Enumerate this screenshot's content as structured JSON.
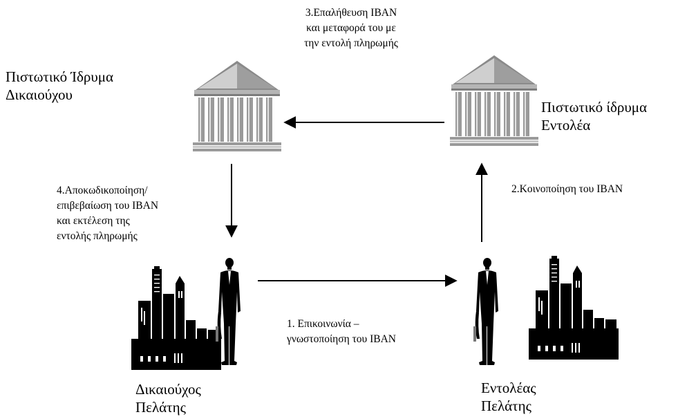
{
  "nodes": {
    "beneficiary_bank": {
      "label": "Πιστωτικό Ίδρυμα\nΔικαιούχου",
      "icon": "bank-building-icon"
    },
    "payer_bank": {
      "label": "Πιστωτικό ίδρυμα\nΕντολέα",
      "icon": "bank-building-icon"
    },
    "beneficiary_client": {
      "label": "Δικαιούχος\nΠελάτης",
      "icon": "businessman-city-icon"
    },
    "payer_client": {
      "label": "Εντολέας\nΠελάτης",
      "icon": "businessman-city-icon"
    }
  },
  "steps": {
    "step1": "1. Επικοινωνία –\nγνωστοποίηση του IBAN",
    "step2": "2.Κοινοποίηση του IBAN",
    "step3": "3.Επαλήθευση IBAN\nκαι μεταφορά του με\nτην εντολή πληρωμής",
    "step4": "4.Αποκωδικοποίηση/\nεπιβεβαίωση του IBAN\nκαι εκτέλεση της\nεντολής πληρωμής"
  },
  "colors": {
    "roof_light": "#c9c9c9",
    "roof_dark": "#8a8a8a",
    "column": "#9a9a9a",
    "column_shade": "#d8d8d8",
    "ink": "#000000"
  }
}
